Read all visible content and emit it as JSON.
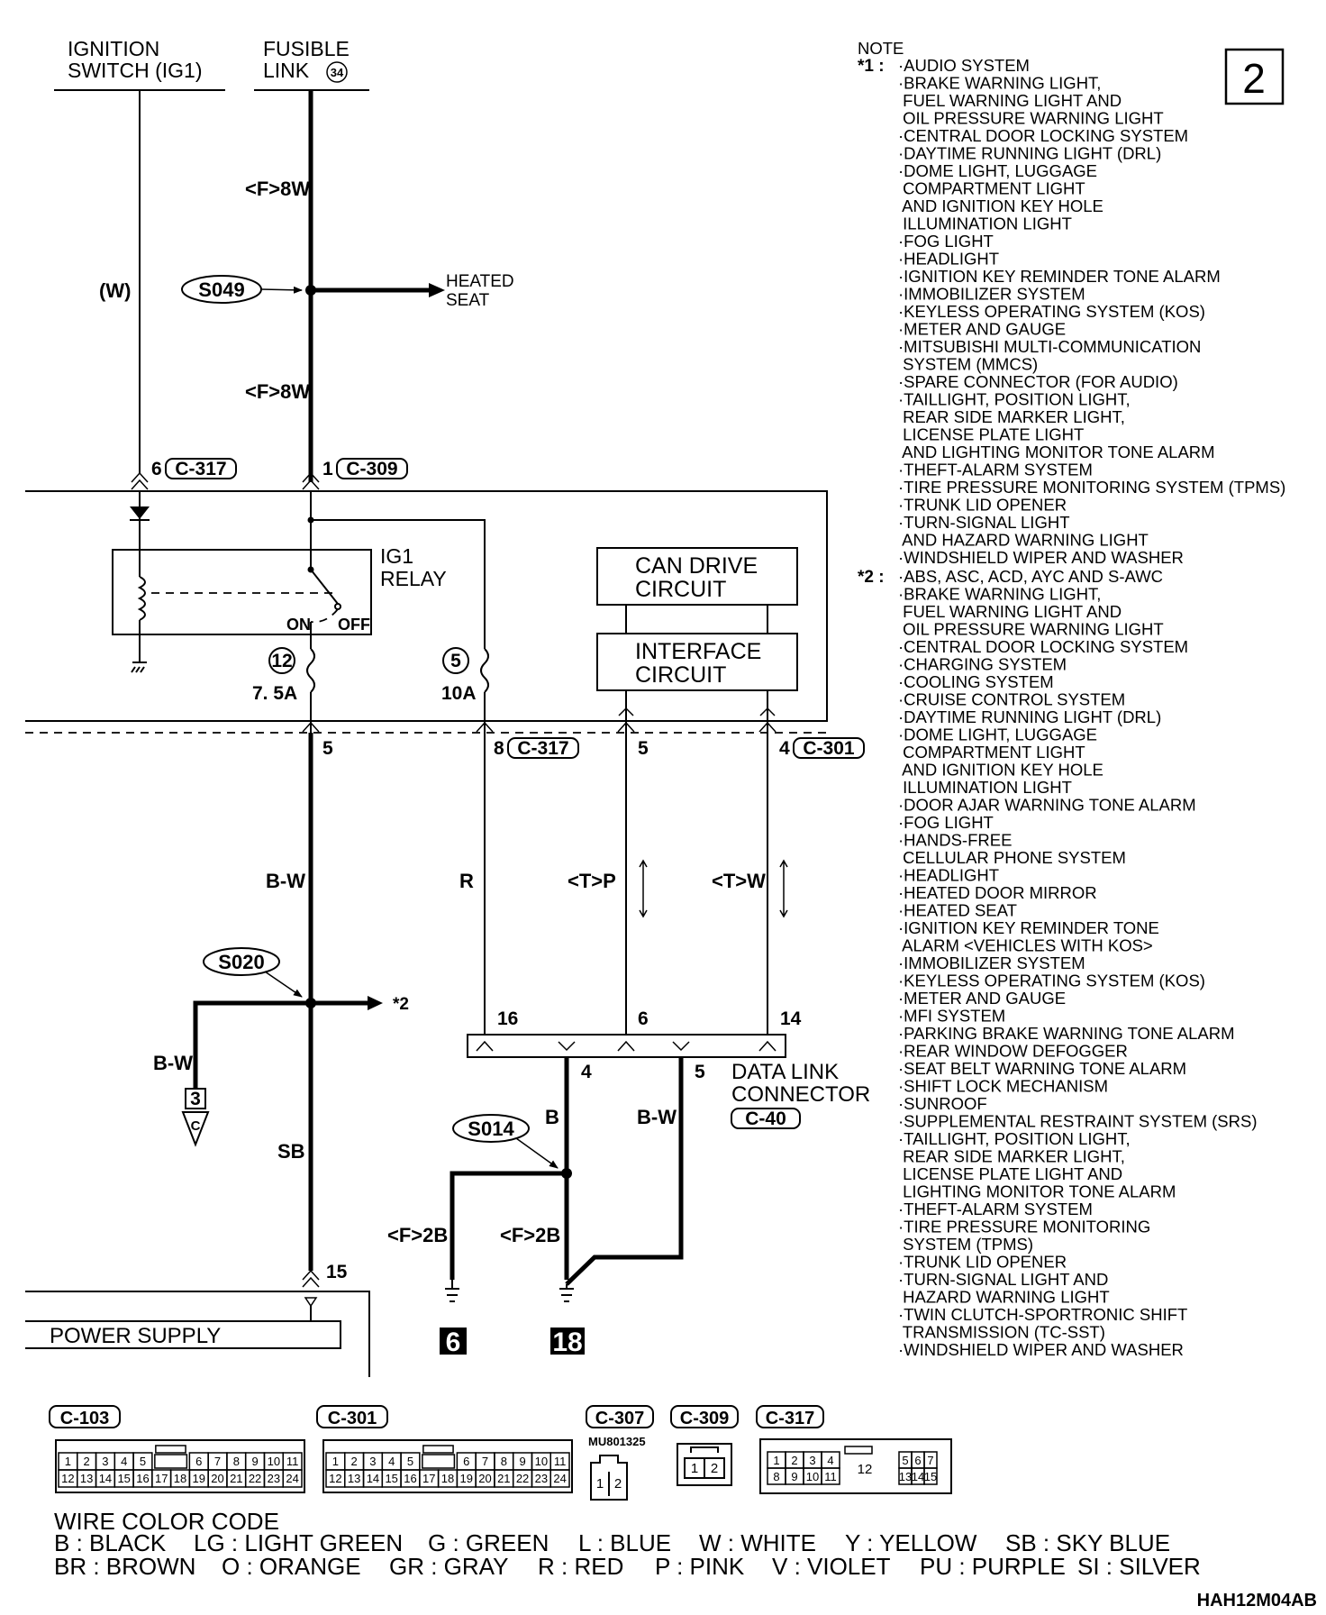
{
  "page_number": "2",
  "source_top": {
    "ignition_switch": [
      "IGNITION",
      "SWITCH (IG1)"
    ],
    "fusible_link": "FUSIBLE",
    "fusible_link_2": "LINK",
    "fusible_link_num": "34"
  },
  "wires": {
    "ig_wire": "(W)",
    "feed_upper": "<F>8W",
    "feed_lower": "<F>8W",
    "bw_main": "B-W",
    "r": "R",
    "tp": "<T>P",
    "tw": "<T>W",
    "bw_branch": "B-W",
    "sb": "SB",
    "b": "B",
    "bw_dlc": "B-W",
    "gnd_left": "<F>2B",
    "gnd_right": "<F>2B"
  },
  "splices": {
    "s049": "S049",
    "s020": "S020",
    "s014": "S014"
  },
  "heated_seat": [
    "HEATED",
    "SEAT"
  ],
  "connectors": {
    "c317_top": {
      "pin": "6",
      "id": "C-317"
    },
    "c309_top": {
      "pin": "1",
      "id": "C-309"
    },
    "c317_mid": {
      "pin": "8",
      "id": "C-317"
    },
    "c301_mid": {
      "pin": "4",
      "id": "C-301"
    },
    "pin_bw": "5",
    "pin_can_p": "5",
    "dlc_pin_16": "16",
    "dlc_pin_6": "6",
    "dlc_pin_14": "14",
    "dlc_pin_4": "4",
    "dlc_pin_5": "5",
    "ps_pin": "15"
  },
  "relay": {
    "label_1": "IG1",
    "label_2": "RELAY",
    "on": "ON",
    "off": "OFF"
  },
  "fuses": {
    "f12_num": "12",
    "f12_amp": "7. 5A",
    "f5_num": "5",
    "f5_amp": "10A"
  },
  "boxes": {
    "can_1": "CAN DRIVE",
    "can_2": "CIRCUIT",
    "if_1": "INTERFACE",
    "if_2": "CIRCUIT",
    "power_supply": "POWER SUPPLY"
  },
  "dlc": {
    "label_1": "DATA LINK",
    "label_2": "CONNECTOR",
    "id": "C-40"
  },
  "star_ref": "*2",
  "ground_left": "6",
  "ground_right": "18",
  "ref3": "3",
  "ref3_letter": "C",
  "note": {
    "title": "NOTE",
    "star1": "*1 :",
    "star2": "*2 :",
    "list1": [
      "·AUDIO SYSTEM",
      "·BRAKE WARNING LIGHT,",
      " FUEL WARNING LIGHT AND",
      " OIL PRESSURE WARNING LIGHT",
      "·CENTRAL DOOR LOCKING SYSTEM",
      "·DAYTIME RUNNING LIGHT (DRL)",
      "·DOME LIGHT, LUGGAGE",
      " COMPARTMENT LIGHT",
      " AND IGNITION KEY HOLE",
      " ILLUMINATION LIGHT",
      "·FOG LIGHT",
      "·HEADLIGHT",
      "·IGNITION KEY REMINDER TONE ALARM",
      "·IMMOBILIZER SYSTEM",
      "·KEYLESS OPERATING SYSTEM (KOS)",
      "·METER AND GAUGE",
      "·MITSUBISHI MULTI-COMMUNICATION",
      " SYSTEM (MMCS)",
      "·SPARE CONNECTOR (FOR AUDIO)",
      "·TAILLIGHT, POSITION LIGHT,",
      " REAR SIDE MARKER LIGHT,",
      " LICENSE PLATE LIGHT",
      " AND LIGHTING MONITOR TONE ALARM",
      "·THEFT-ALARM SYSTEM",
      "·TIRE PRESSURE MONITORING SYSTEM (TPMS)",
      "·TRUNK LID OPENER",
      "·TURN-SIGNAL LIGHT",
      " AND HAZARD WARNING LIGHT",
      "·WINDSHIELD WIPER AND WASHER"
    ],
    "list2": [
      "·ABS, ASC, ACD, AYC AND S-AWC",
      "·BRAKE WARNING LIGHT,",
      " FUEL WARNING LIGHT AND",
      " OIL PRESSURE WARNING LIGHT",
      "·CENTRAL DOOR LOCKING SYSTEM",
      "·CHARGING SYSTEM",
      "·COOLING SYSTEM",
      "·CRUISE CONTROL SYSTEM",
      "·DAYTIME RUNNING LIGHT (DRL)",
      "·DOME LIGHT, LUGGAGE",
      " COMPARTMENT LIGHT",
      " AND IGNITION KEY HOLE",
      " ILLUMINATION LIGHT",
      "·DOOR AJAR WARNING TONE ALARM",
      "·FOG LIGHT",
      "·HANDS-FREE",
      " CELLULAR PHONE SYSTEM",
      "·HEADLIGHT",
      "·HEATED DOOR MIRROR",
      "·HEATED SEAT",
      "·IGNITION KEY REMINDER TONE",
      " ALARM <VEHICLES WITH KOS>",
      "·IMMOBILIZER SYSTEM",
      "·KEYLESS OPERATING SYSTEM (KOS)",
      "·METER AND GAUGE",
      "·MFI SYSTEM",
      "·PARKING BRAKE WARNING TONE ALARM",
      "·REAR WINDOW DEFOGGER",
      "·SEAT BELT WARNING TONE ALARM",
      "·SHIFT LOCK MECHANISM",
      "·SUNROOF",
      "·SUPPLEMENTAL RESTRAINT SYSTEM (SRS)",
      "·TAILLIGHT, POSITION LIGHT,",
      " REAR SIDE MARKER LIGHT,",
      " LICENSE PLATE LIGHT AND",
      " LIGHTING MONITOR TONE ALARM",
      "·THEFT-ALARM SYSTEM",
      "·TIRE PRESSURE MONITORING",
      " SYSTEM (TPMS)",
      "·TRUNK LID OPENER",
      "·TURN-SIGNAL LIGHT AND",
      " HAZARD WARNING LIGHT",
      "·TWIN CLUTCH-SPORTRONIC SHIFT",
      " TRANSMISSION (TC-SST)",
      "·WINDSHIELD WIPER AND WASHER"
    ]
  },
  "connector_views": {
    "c103": "C-103",
    "c301": "C-301",
    "c307": "C-307",
    "c307_part": "MU801325",
    "c309": "C-309",
    "c317": "C-317",
    "c103_row1": [
      "1",
      "2",
      "3",
      "4",
      "5",
      "6",
      "7",
      "8",
      "9",
      "10",
      "11"
    ],
    "c103_row2": [
      "12",
      "13",
      "14",
      "15",
      "16",
      "17",
      "18",
      "19",
      "20",
      "21",
      "22",
      "23",
      "24"
    ],
    "c307_pins": [
      "1",
      "2"
    ],
    "c309_pins": [
      "1",
      "2"
    ],
    "c317_row1": [
      "1",
      "2",
      "3",
      "4",
      "5",
      "6",
      "7"
    ],
    "c317_row2": [
      "8",
      "9",
      "10",
      "11",
      "13",
      "14",
      "15"
    ],
    "c317_center": "12"
  },
  "wire_color_code": {
    "title": "WIRE COLOR CODE",
    "row1": [
      "B : BLACK",
      "LG : LIGHT GREEN",
      "G : GREEN",
      "L : BLUE",
      "W : WHITE",
      "Y : YELLOW",
      "SB : SKY BLUE"
    ],
    "row2": [
      "BR : BROWN",
      "O : ORANGE",
      "GR : GRAY",
      "R : RED",
      "P : PINK",
      "V : VIOLET",
      "PU : PURPLE",
      "SI : SILVER"
    ]
  },
  "figure_code": "HAH12M04AB"
}
